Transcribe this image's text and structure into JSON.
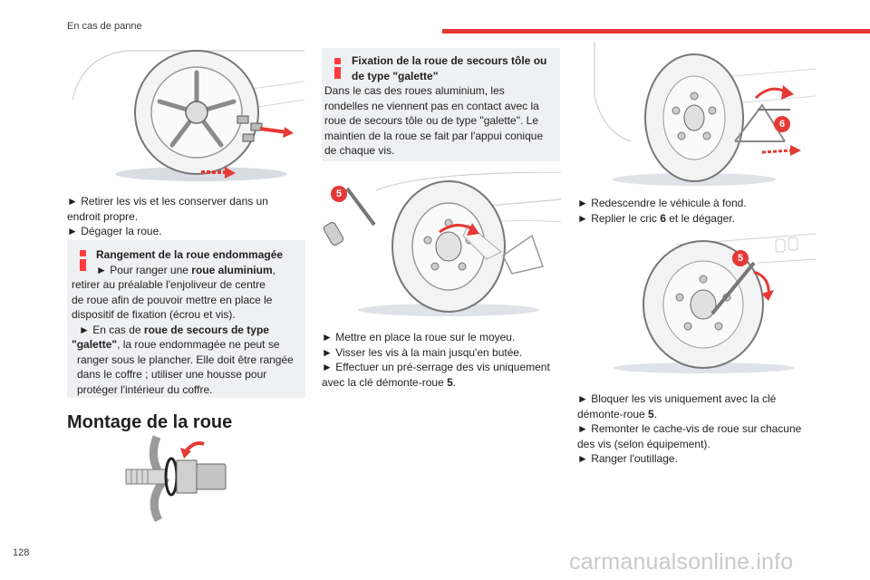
{
  "header": {
    "section": "En cas de panne",
    "accent_color": "#e53935"
  },
  "page_number": "128",
  "watermark": "carmanualsonline.info",
  "col1": {
    "steps": [
      "► Retirer les vis et les conserver dans un",
      "endroit propre.",
      "► Dégager la roue."
    ],
    "note": {
      "title": "Rangement de la roue endommagée",
      "l1a": "► Pour ranger une ",
      "l1b": "roue aluminium",
      "l1c": ",",
      "l2": "retirer au préalable l'enjoliveur de centre",
      "l3": "de roue afin de pouvoir mettre en place le",
      "l4": "dispositif de fixation (écrou et vis).",
      "l5a": "► En cas de ",
      "l5b": "roue de secours de type",
      "l6a": "\"galette\"",
      "l6b": ", la roue endommagée ne peut se",
      "l7": "ranger sous le plancher. Elle doit être rangée",
      "l8": "dans le coffre ; utiliser une housse pour",
      "l9": "protéger l'intérieur du coffre."
    },
    "heading": "Montage de la roue"
  },
  "col2": {
    "note": {
      "title1": "Fixation de la roue de secours tôle ou",
      "title2": "de type \"galette\"",
      "lines": [
        "Dans le cas des roues aluminium, les",
        "rondelles ne viennent pas en contact avec la",
        "roue de secours tôle ou de type \"galette\". Le",
        "maintien de la roue se fait par l'appui conique",
        "de chaque vis."
      ]
    },
    "callout": "5",
    "steps": {
      "s1": "► Mettre en place la roue sur le moyeu.",
      "s2": "► Visser les vis à la main jusqu'en butée.",
      "s3": "► Effectuer un pré-serrage des vis uniquement",
      "s4a": "avec la clé démonte-roue ",
      "s4b": "5",
      "s4c": "."
    }
  },
  "col3": {
    "callout_top": "6",
    "callout_bottom": "5",
    "steps1": {
      "s1": "► Redescendre le véhicule à fond.",
      "s2a": "► Replier le cric ",
      "s2b": "6",
      "s2c": " et le dégager."
    },
    "steps2": {
      "s1": "► Bloquer les vis uniquement avec la clé",
      "s2a": "démonte-roue ",
      "s2b": "5",
      "s2c": ".",
      "s3": "► Remonter le cache-vis de roue sur chacune",
      "s4": "des vis (selon équipement).",
      "s5": "► Ranger l'outillage."
    }
  }
}
